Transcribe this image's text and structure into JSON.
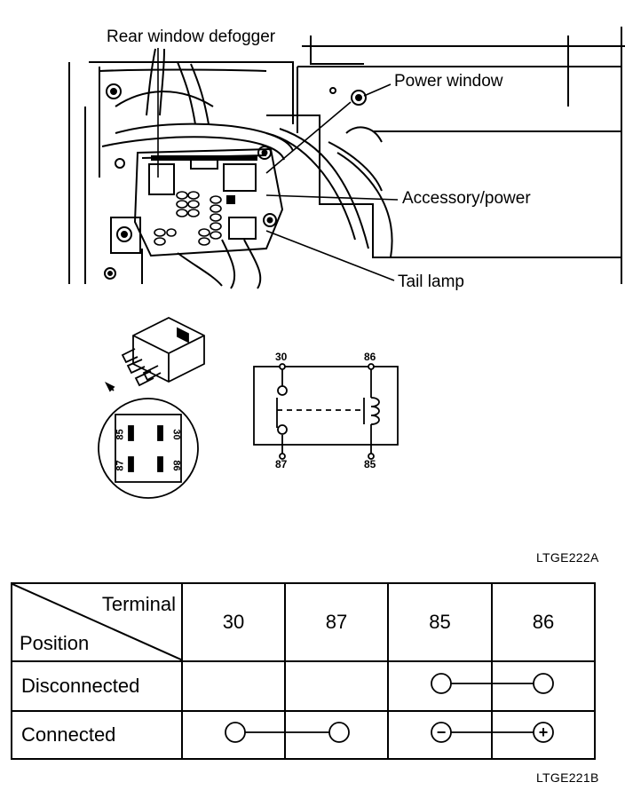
{
  "callouts": {
    "rear_window_defogger": "Rear window defogger",
    "power_window": "Power window",
    "accessory_power": "Accessory/power",
    "tail_lamp": "Tail lamp"
  },
  "relay": {
    "terminals": {
      "t30": "30",
      "t86": "86",
      "t87": "87",
      "t85": "85"
    },
    "pins": {
      "p85": "85",
      "p30": "30",
      "p87": "87",
      "p86": "86"
    }
  },
  "figure_codes": {
    "upper": "LTGE222A",
    "lower": "LTGE221B"
  },
  "table": {
    "header_terminal": "Terminal",
    "header_position": "Position",
    "columns": [
      "30",
      "87",
      "85",
      "86"
    ],
    "rows": [
      {
        "label": "Disconnected",
        "connections": [
          {
            "from": "85",
            "to": "86"
          }
        ]
      },
      {
        "label": "Connected",
        "connections": [
          {
            "from": "30",
            "to": "87"
          },
          {
            "from": "85",
            "to": "86",
            "from_sign": "−",
            "to_sign": "+"
          }
        ]
      }
    ]
  }
}
